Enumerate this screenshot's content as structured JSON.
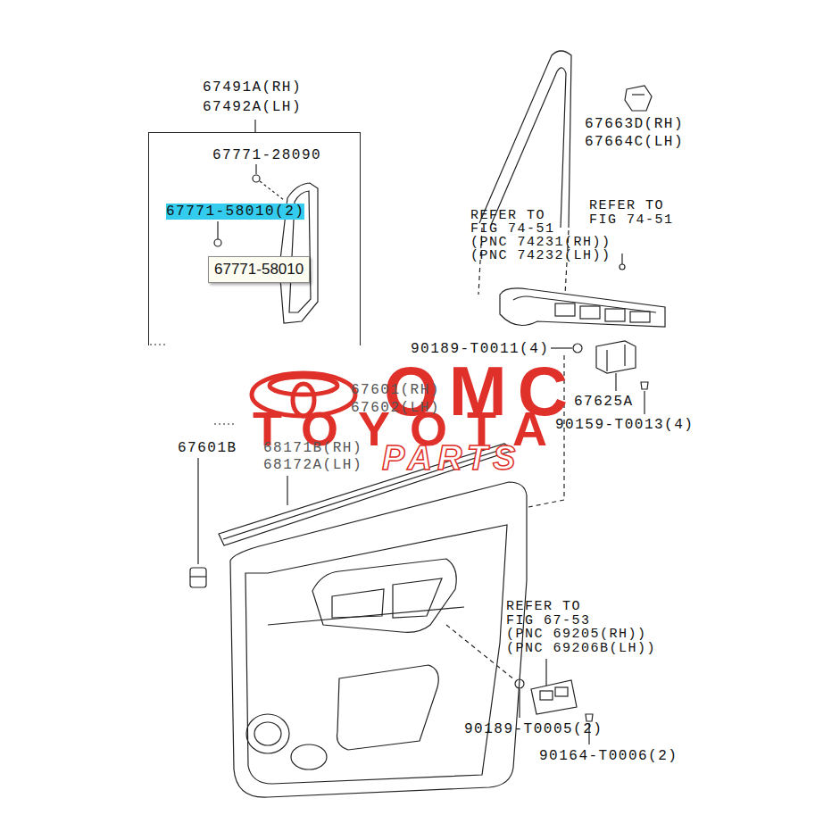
{
  "diagram": {
    "nodes": [
      {
        "text": [
          "67491A(RH) 67492A(LH)"
        ]
      },
      {
        "text": [
          "67771-58010"
        ],
        "in": 0
      }
    ],
    "labels": [
      "67771-28090",
      "67771-58010(2)",
      "67663D(RH)",
      "67664C(LH)",
      "REFER TO",
      "FIG 74-51",
      "(PNC 74231(RH))",
      "(PNC 74232(LH))",
      "REFER TO",
      "FIG 74-51",
      "90189-T0011(4)",
      "67625A",
      "90159-T0013(4)",
      "67601(RH)",
      "67602(LH)",
      "67601B",
      "68171B(RH)",
      "68172A(LH)",
      "REFER TO",
      "FIG 67-53",
      "(PNC 69205(RH))",
      "(PNC 69206B(LH))",
      "90189-T0005(2)",
      "90164-T0006(2)",
      "OMC",
      "TOYOTA",
      "PARTS"
    ]
  }
}
